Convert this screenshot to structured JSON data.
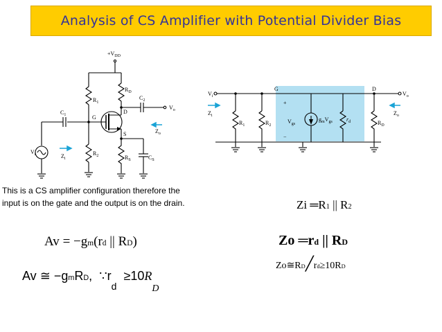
{
  "title": "Analysis of CS Amplifier with Potential Divider Bias",
  "description_lines": [
    "This is a CS amplifier configuration therefore the",
    "input is on the gate and the output is on the drain."
  ],
  "schematic": {
    "vdd": "+V",
    "vdd_sub": "DD",
    "r1": "R",
    "r1_sub": "1",
    "r2": "R",
    "r2_sub": "2",
    "rd": "R",
    "rd_sub": "D",
    "rs": "R",
    "rs_sub": "S",
    "c1": "C",
    "c1_sub": "1",
    "c2": "C",
    "c2_sub": "2",
    "cs": "C",
    "cs_sub": "S",
    "g": "G",
    "d": "D",
    "s": "S",
    "vi": "V",
    "vi_sub": "i",
    "vo": "V",
    "vo_sub": "o",
    "zi": "Z",
    "zi_sub": "i",
    "zo": "Z",
    "zo_sub": "o"
  },
  "equivalent": {
    "vi": "V",
    "vi_sub": "i",
    "vo": "V",
    "vo_sub": "o",
    "g": "G",
    "d": "D",
    "zi": "Z",
    "zi_sub": "i",
    "zo": "Z",
    "zo_sub": "o",
    "r1": "R",
    "r1_sub": "1",
    "r2": "R",
    "r2_sub": "2",
    "rd": "R",
    "rd_sub": "D",
    "vgs": "V",
    "vgs_sub": "gs",
    "source": "g",
    "source_m": "m",
    "source_v": "V",
    "source_gs": "gs",
    "r_d": "r",
    "r_d_sub": "d",
    "plus": "+",
    "minus": "−",
    "shade_color": "#b3e0f2"
  },
  "equations": {
    "zi": {
      "lhs": "Zi",
      "rel": "═",
      "r1": "R",
      "r1_sub": "1",
      "par": "||",
      "r2": "R",
      "r2_sub": "2"
    },
    "zo": {
      "lhs": "Zo",
      "rel": "═",
      "rd": "r",
      "rd_sub": "d",
      "par": "||",
      "RD": "R",
      "RD_sub": "D"
    },
    "zo_approx": {
      "lhs": "Zo",
      "rel": "≅",
      "RD": "R",
      "RD_sub": "D",
      "slash": "╱",
      "rd": "r",
      "rd_sub": "d",
      "cond": "≥10R",
      "cond_sub": "D"
    },
    "av": {
      "lhs": "Av",
      "rel": "=",
      "rhs": "−g",
      "gm_sub": "m",
      "paren_open": "(r",
      "rd_sub": "d",
      "par": "||",
      "RD": "R",
      "RD_sub": "D",
      "paren_close": ")"
    },
    "av_approx": {
      "lhs": "Av",
      "rel": "≅",
      "rhs": "−g",
      "gm_sub": "m",
      "RD": "R",
      "RD_sub": "D",
      "comma": ",",
      "because": "∵",
      "r": "r",
      "r_sub": "d",
      "ge": "≥",
      "ten": "10",
      "R": "R",
      "R_sub": "D"
    }
  }
}
